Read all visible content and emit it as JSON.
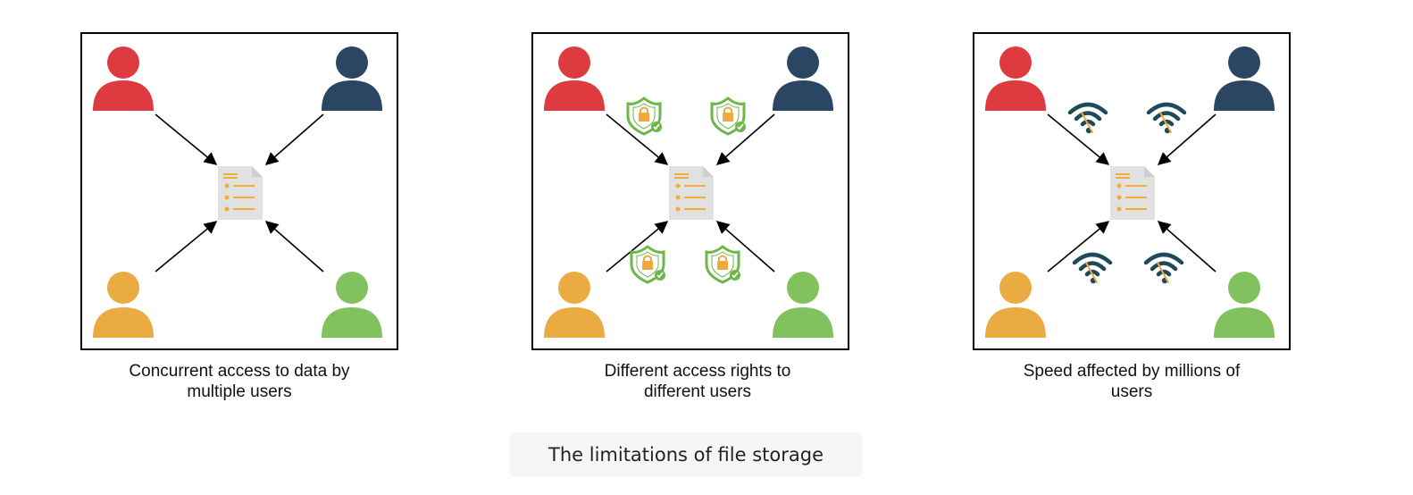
{
  "colors": {
    "user_red": "#dd3b40",
    "user_navy": "#2b4663",
    "user_orange": "#e9ab42",
    "user_green": "#81c15e",
    "doc_gray": "#e1e1e1",
    "doc_lines": "#f1ae35",
    "shield_green": "#6cb64a",
    "lock_orange": "#f0a93f",
    "wifi_navy": "#1f4a5a"
  },
  "panels": [
    {
      "caption_line1": "Concurrent access to data by",
      "caption_line2": "multiple users",
      "badge": "none"
    },
    {
      "caption_line1": "Different access rights to",
      "caption_line2": "different users",
      "badge": "shield"
    },
    {
      "caption_line1": "Speed affected by millions of",
      "caption_line2": "users",
      "badge": "wifi"
    }
  ],
  "footer": {
    "title": "The limitations of file storage"
  }
}
